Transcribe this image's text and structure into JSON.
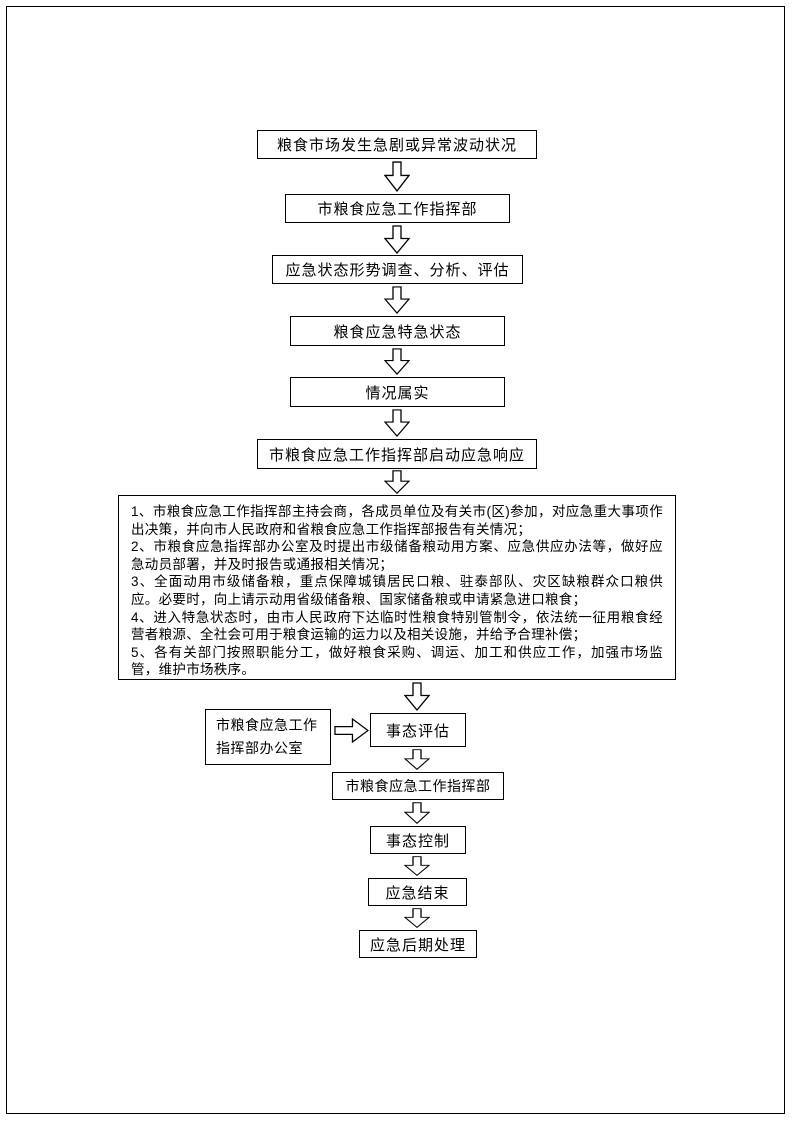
{
  "colors": {
    "line": "#000000",
    "background": "#ffffff"
  },
  "flow": {
    "top_boxes": [
      {
        "label": "粮食市场发生急剧或异常波动状况"
      },
      {
        "label": "市粮食应急工作指挥部"
      },
      {
        "label": "应急状态形势调查、分析、评估"
      },
      {
        "label": "粮食应急特急状态"
      },
      {
        "label": "情况属实"
      },
      {
        "label": "市粮食应急工作指挥部启动应急响应"
      }
    ],
    "detail_box": {
      "items": [
        "1、市粮食应急工作指挥部主持会商，各成员单位及有关市(区)参加，对应急重大事项作出决策，并向市人民政府和省粮食应急工作指挥部报告有关情况；",
        "2、市粮食应急指挥部办公室及时提出市级储备粮动用方案、应急供应办法等，做好应急动员部署，并及时报告或通报相关情况；",
        "3、全面动用市级储备粮，重点保障城镇居民口粮、驻泰部队、灾区缺粮群众口粮供应。必要时，向上请示动用省级储备粮、国家储备粮或申请紧急进口粮食；",
        "4、进入特急状态时，由市人民政府下达临时性粮食特别管制令，依法统一征用粮食经营者粮源、全社会可用于粮食运输的运力以及相关设施，并给予合理补偿；",
        "5、各有关部门按照职能分工，做好粮食采购、调运、加工和供应工作，加强市场监管，维护市场秩序。"
      ]
    },
    "side_box": {
      "line1": "市粮食应急工作",
      "line2": "指挥部办公室"
    },
    "bottom_boxes": [
      {
        "label": "事态评估"
      },
      {
        "label": "市粮食应急工作指挥部"
      },
      {
        "label": "事态控制"
      },
      {
        "label": "应急结束"
      },
      {
        "label": "应急后期处理"
      }
    ]
  }
}
